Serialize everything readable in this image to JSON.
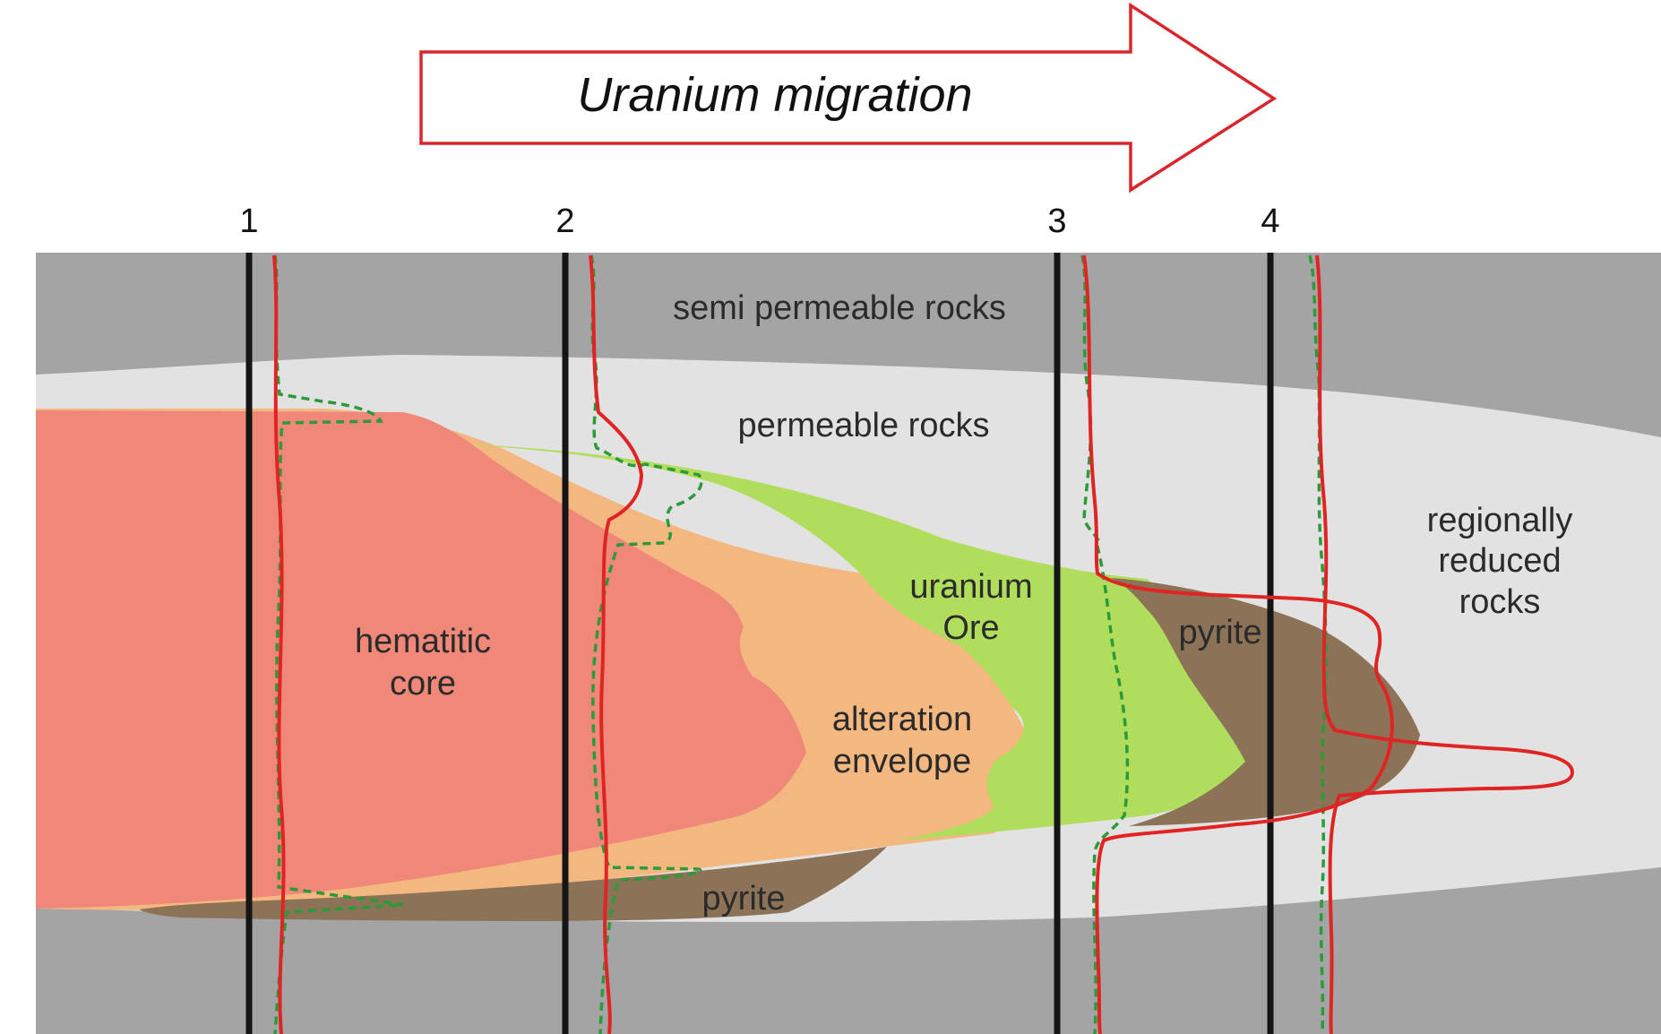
{
  "arrow": {
    "label": "Uranium migration",
    "color": "#d9262b"
  },
  "drillholes": [
    "1",
    "2",
    "3",
    "4"
  ],
  "labels": {
    "semi_permeable": "semi permeable rocks",
    "permeable": "permeable rocks",
    "reduced_1": "regionally",
    "reduced_2": "reduced",
    "reduced_3": "rocks",
    "ore_1": "uranium",
    "ore_2": "Ore",
    "core_1": "hematitic",
    "core_2": "core",
    "envelope_1": "alteration",
    "envelope_2": "envelope",
    "pyrite_front": "pyrite",
    "pyrite_bottom": "pyrite"
  },
  "colors": {
    "semi_permeable": "#a4a4a4",
    "permeable": "#e2e2e2",
    "hematitic_core": "#ef8878",
    "alteration_envelope": "#f3b77f",
    "uranium_ore": "#b0de5c",
    "pyrite": "#8c7257",
    "log_solid": "#e02424",
    "log_dashed": "#2c9a3a",
    "hole_line": "#151515"
  }
}
